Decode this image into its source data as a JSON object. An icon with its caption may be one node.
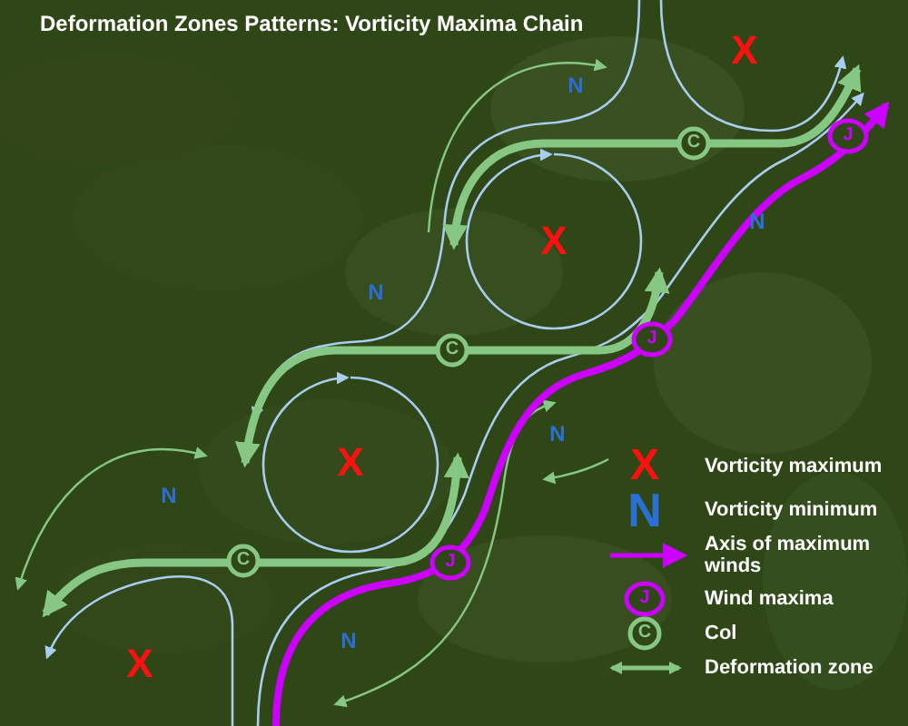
{
  "diagram": {
    "title": "Deformation Zones Patterns: Vorticity Maxima Chain",
    "labels": [
      "X",
      "N",
      "J",
      "C",
      "N",
      "X",
      "N",
      "J",
      "C",
      "N",
      "X",
      "N",
      "C",
      "J",
      "N",
      "X",
      "X",
      "N",
      "J",
      "C"
    ],
    "legend": [
      {
        "text": "Vorticity maximum"
      },
      {
        "text": "Vorticity minimum"
      },
      {
        "text": "Axis of maximum winds"
      },
      {
        "text": "Wind maxima"
      },
      {
        "text": "Col"
      },
      {
        "text": "Deformation zone"
      }
    ]
  }
}
